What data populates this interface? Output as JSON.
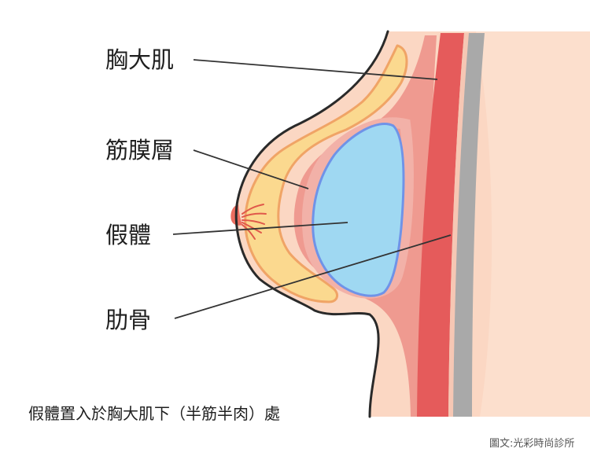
{
  "labels": {
    "pectoralis": "胸大肌",
    "fascia": "筋膜層",
    "implant": "假體",
    "rib": "肋骨"
  },
  "caption": "假體置入於胸大肌下（半筋半肉）處",
  "credit": "圖文:光彩時尚診所",
  "colors": {
    "skin": "#fbd7c3",
    "fat": "#fbd98f",
    "fascia": "#ef9a90",
    "muscle": "#e55b5b",
    "rib": "#a9a9a9",
    "implant": "#9fd8f2",
    "implant_border": "#6f93e8",
    "nipple": "#ec6e60"
  }
}
